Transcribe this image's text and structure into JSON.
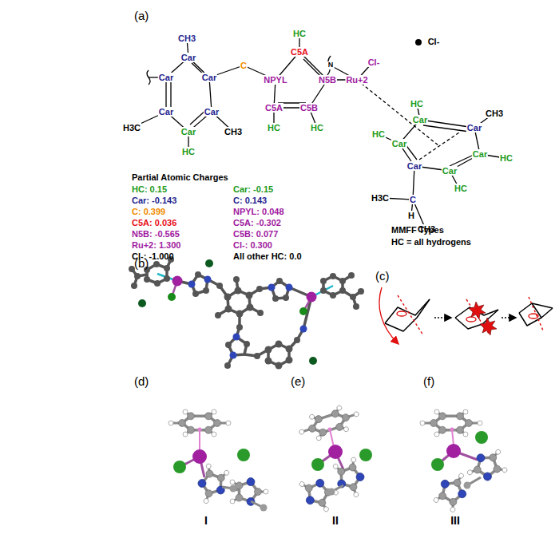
{
  "diagram": {
    "labels": [
      "(a)",
      "CH3",
      "Car",
      "Car",
      "Car",
      "C",
      "NPYL",
      "HC",
      "C5A",
      "N",
      "N5B",
      "Ru+2",
      "Cl-",
      "Cl-",
      "Car",
      "Car",
      "H3C",
      "Car",
      "CH3",
      "HC",
      "C5A",
      "C5B",
      "HC",
      "HC",
      "HC",
      "Car",
      "CH3",
      "Car",
      "HC",
      "Car",
      "Car",
      "HC",
      "Car",
      "Car",
      "HC",
      "H3C",
      "C",
      "H",
      "CH3",
      "Partial Atomic Charges",
      "HC: 0.15",
      "Car: -0.15",
      "Car: -0.143",
      "C: 0.143",
      "C: 0.399",
      "NPYL: 0.048",
      "C5A: 0.036",
      "C5A: -0.302",
      "N5B: -0.565",
      "C5B: 0.077",
      "Ru+2: 1.300",
      "Cl-: 0.300",
      "Cl-: -1.000",
      "All other HC: 0.0",
      "MMFF Types",
      "HC = all hydrogens",
      "(b)",
      "(c)",
      "(d)",
      "(e)",
      "(f)",
      "I",
      "II",
      "III"
    ]
  }
}
